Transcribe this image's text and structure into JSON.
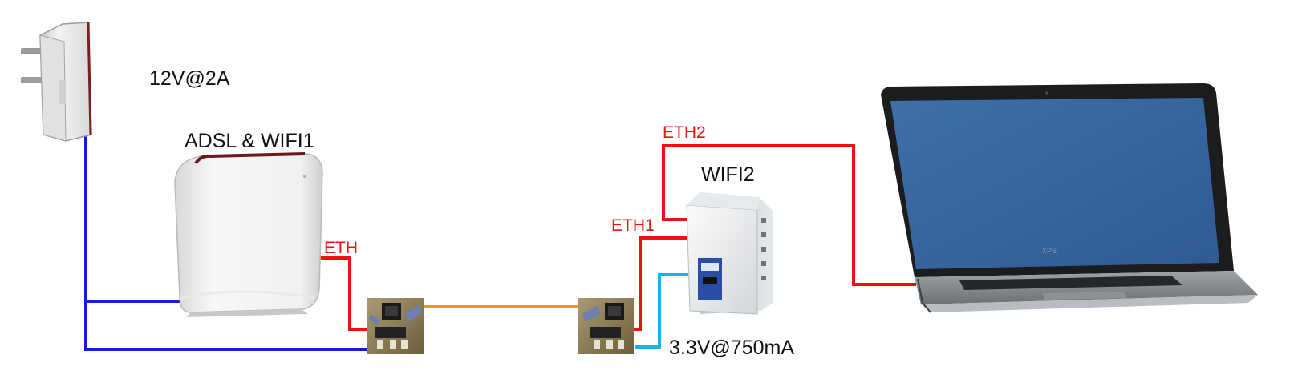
{
  "colors": {
    "power": "#1a1ad6",
    "ethernet": "#ee1111",
    "link": "#f7931e",
    "low_voltage": "#17b3ee",
    "eth_label": "#ee1111",
    "text": "#111111"
  },
  "devices": [
    {
      "name": "power-adapter",
      "icon": "wall-plug-adapter"
    },
    {
      "name": "adsl-router",
      "icon": "white-router"
    },
    {
      "name": "connector-1",
      "icon": "rj45-breakout-board"
    },
    {
      "name": "connector-2",
      "icon": "rj45-breakout-board"
    },
    {
      "name": "wifi2-router",
      "icon": "linksys-router"
    },
    {
      "name": "laptop",
      "icon": "xps-laptop"
    }
  ],
  "labels": {
    "power_supply": "12V@2A",
    "router": "ADSL & WIFI1",
    "router_eth": "ETH",
    "wifi2": "WIFI2",
    "eth1": "ETH1",
    "eth2": "ETH2",
    "low_power": "3.3V@750mA",
    "laptop_brand": "XPS"
  }
}
